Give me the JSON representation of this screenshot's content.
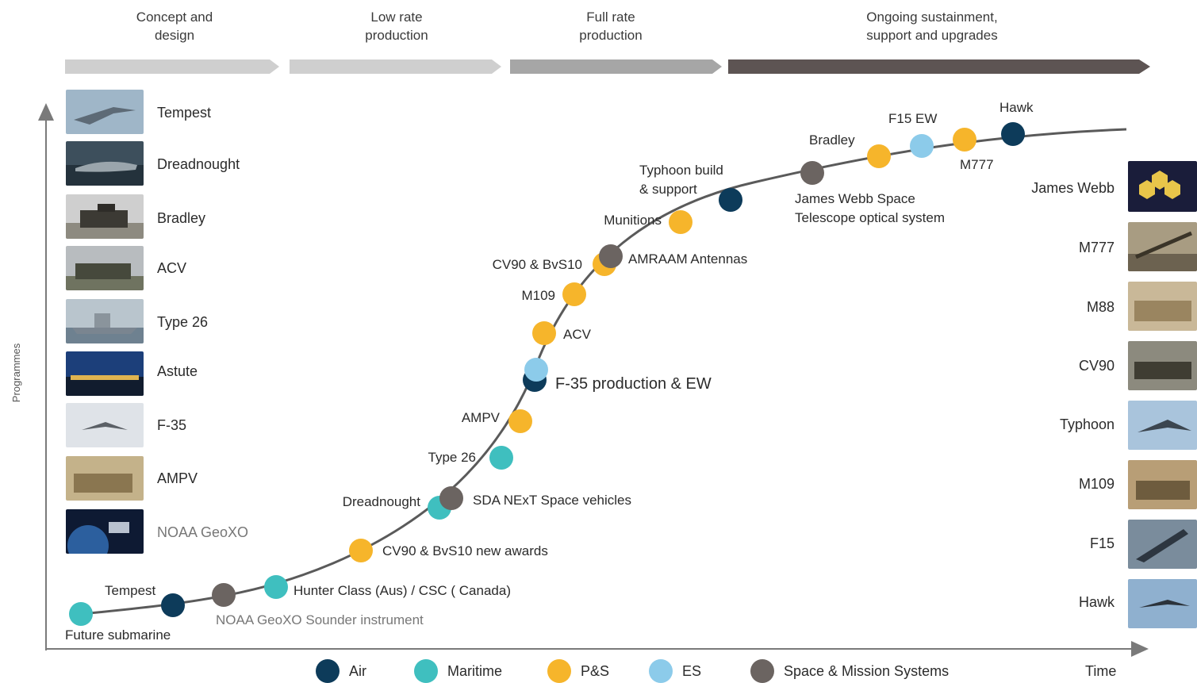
{
  "colors": {
    "air": "#0d3b5a",
    "maritime": "#3fbfbf",
    "ps": "#f6b52b",
    "es": "#8ccbea",
    "space": "#6b6461",
    "curve": "#5a5a5a",
    "arrow_light": "#cfcfcf",
    "arrow_mid": "#a6a6a6",
    "arrow_dark": "#5d5453",
    "axis": "#7a7a7a"
  },
  "phases": [
    {
      "label": "Concept and\ndesign"
    },
    {
      "label": "Low rate\nproduction"
    },
    {
      "label": "Full rate\nproduction"
    },
    {
      "label": "Ongoing sustainment,\nsupport and upgrades"
    }
  ],
  "axes": {
    "y_label": "Programmes",
    "x_label": "Time"
  },
  "left_programmes": [
    {
      "label": "Tempest"
    },
    {
      "label": "Dreadnought"
    },
    {
      "label": "Bradley"
    },
    {
      "label": "ACV"
    },
    {
      "label": "Type 26"
    },
    {
      "label": "Astute"
    },
    {
      "label": "F-35"
    },
    {
      "label": "AMPV"
    },
    {
      "label": "NOAA GeoXO"
    }
  ],
  "right_programmes": [
    {
      "label": "James Webb"
    },
    {
      "label": "M777"
    },
    {
      "label": "M88"
    },
    {
      "label": "CV90"
    },
    {
      "label": "Typhoon"
    },
    {
      "label": "M109"
    },
    {
      "label": "F15"
    },
    {
      "label": "Hawk"
    }
  ],
  "curve_points": [
    {
      "label": "Future submarine",
      "category": "maritime"
    },
    {
      "label": "Tempest",
      "category": "air"
    },
    {
      "label": "NOAA GeoXO Sounder instrument",
      "category": "space"
    },
    {
      "label": "Hunter Class (Aus) / CSC ( Canada)",
      "category": "maritime"
    },
    {
      "label": "CV90 & BvS10 new awards",
      "category": "ps"
    },
    {
      "label": "Dreadnought",
      "category": "maritime"
    },
    {
      "label": "SDA NExT Space vehicles",
      "category": "space"
    },
    {
      "label": "Type 26",
      "category": "maritime"
    },
    {
      "label": "AMPV",
      "category": "ps"
    },
    {
      "label": "F-35 production & EW",
      "category": "air"
    },
    {
      "label": "",
      "category": "es"
    },
    {
      "label": "ACV",
      "category": "ps"
    },
    {
      "label": "M109",
      "category": "ps"
    },
    {
      "label": "CV90 & BvS10",
      "category": "ps"
    },
    {
      "label": "AMRAAM Antennas",
      "category": "space"
    },
    {
      "label": "Munitions",
      "category": "ps"
    },
    {
      "label": "Typhoon build\n& support",
      "category": "air"
    },
    {
      "label": "James Webb Space\nTelescope optical system",
      "category": "space"
    },
    {
      "label": "Bradley",
      "category": "ps"
    },
    {
      "label": "F15 EW",
      "category": "es"
    },
    {
      "label": "M777",
      "category": "ps"
    },
    {
      "label": "Hawk",
      "category": "air"
    }
  ],
  "legend": [
    {
      "label": "Air",
      "category": "air"
    },
    {
      "label": "Maritime",
      "category": "maritime"
    },
    {
      "label": "P&S",
      "category": "ps"
    },
    {
      "label": "ES",
      "category": "es"
    },
    {
      "label": "Space & Mission Systems",
      "category": "space"
    }
  ]
}
